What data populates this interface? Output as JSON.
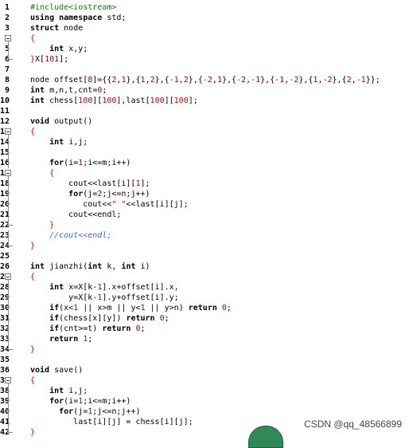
{
  "editor": {
    "lines": [
      {
        "n": "1",
        "fold": "none",
        "tokens": [
          [
            "pp",
            "#include<iostream>"
          ]
        ]
      },
      {
        "n": "2",
        "fold": "none",
        "tokens": [
          [
            "kw",
            "using namespace "
          ],
          [
            "id",
            "std;"
          ]
        ]
      },
      {
        "n": "3",
        "fold": "none",
        "tokens": [
          [
            "kw",
            "struct "
          ],
          [
            "id",
            "node"
          ]
        ]
      },
      {
        "n": "4",
        "fold": "box",
        "tokens": [
          [
            "op",
            "{"
          ]
        ]
      },
      {
        "n": "5",
        "fold": "line",
        "tokens": [
          [
            "id",
            "    "
          ],
          [
            "kw",
            "int "
          ],
          [
            "id",
            "x,y;"
          ]
        ]
      },
      {
        "n": "6",
        "fold": "end",
        "tokens": [
          [
            "op",
            "}"
          ],
          [
            "id",
            "X["
          ],
          [
            "num",
            "101"
          ],
          [
            "id",
            "];"
          ]
        ]
      },
      {
        "n": "7",
        "fold": "none",
        "tokens": []
      },
      {
        "n": "8",
        "fold": "none",
        "tokens": [
          [
            "id",
            "node offset["
          ],
          [
            "num",
            "8"
          ],
          [
            "id",
            "]={{"
          ],
          [
            "num",
            "2"
          ],
          [
            "id",
            ","
          ],
          [
            "num",
            "1"
          ],
          [
            "id",
            "},{"
          ],
          [
            "num",
            "1"
          ],
          [
            "id",
            ","
          ],
          [
            "num",
            "2"
          ],
          [
            "id",
            "},{"
          ],
          [
            "num",
            "-1"
          ],
          [
            "id",
            ","
          ],
          [
            "num",
            "2"
          ],
          [
            "id",
            "},{"
          ],
          [
            "num",
            "-2"
          ],
          [
            "id",
            ","
          ],
          [
            "num",
            "1"
          ],
          [
            "id",
            "},{"
          ],
          [
            "num",
            "-2"
          ],
          [
            "id",
            ","
          ],
          [
            "num",
            "-1"
          ],
          [
            "id",
            "},{"
          ],
          [
            "num",
            "-1"
          ],
          [
            "id",
            ","
          ],
          [
            "num",
            "-2"
          ],
          [
            "id",
            "},{"
          ],
          [
            "num",
            "1"
          ],
          [
            "id",
            ","
          ],
          [
            "num",
            "-2"
          ],
          [
            "id",
            "},{"
          ],
          [
            "num",
            "2"
          ],
          [
            "id",
            ","
          ],
          [
            "num",
            "-1"
          ],
          [
            "id",
            "}};"
          ]
        ]
      },
      {
        "n": "9",
        "fold": "none",
        "tokens": [
          [
            "kw",
            "int "
          ],
          [
            "id",
            "m,n,t,cnt="
          ],
          [
            "num",
            "0"
          ],
          [
            "id",
            ";"
          ]
        ]
      },
      {
        "n": "10",
        "fold": "none",
        "tokens": [
          [
            "kw",
            "int "
          ],
          [
            "id",
            "chess["
          ],
          [
            "num",
            "100"
          ],
          [
            "id",
            "]["
          ],
          [
            "num",
            "100"
          ],
          [
            "id",
            "],last["
          ],
          [
            "num",
            "100"
          ],
          [
            "id",
            "]["
          ],
          [
            "num",
            "100"
          ],
          [
            "id",
            "];"
          ]
        ]
      },
      {
        "n": "11",
        "fold": "none",
        "tokens": []
      },
      {
        "n": "12",
        "fold": "none",
        "tokens": [
          [
            "kw",
            "void "
          ],
          [
            "id",
            "output()"
          ]
        ]
      },
      {
        "n": "13",
        "fold": "box",
        "tokens": [
          [
            "op",
            "{"
          ]
        ]
      },
      {
        "n": "14",
        "fold": "line",
        "tokens": [
          [
            "id",
            "    "
          ],
          [
            "kw",
            "int "
          ],
          [
            "id",
            "i,j;"
          ]
        ]
      },
      {
        "n": "15",
        "fold": "line",
        "tokens": []
      },
      {
        "n": "16",
        "fold": "line",
        "tokens": [
          [
            "id",
            "    "
          ],
          [
            "kw",
            "for"
          ],
          [
            "id",
            "(i="
          ],
          [
            "num",
            "1"
          ],
          [
            "id",
            ";i<=m;i++)"
          ]
        ]
      },
      {
        "n": "17",
        "fold": "box",
        "tokens": [
          [
            "id",
            "    "
          ],
          [
            "op",
            "{"
          ]
        ]
      },
      {
        "n": "18",
        "fold": "line",
        "tokens": [
          [
            "id",
            "        cout<<last[i]["
          ],
          [
            "num",
            "1"
          ],
          [
            "id",
            "];"
          ]
        ]
      },
      {
        "n": "19",
        "fold": "line",
        "tokens": [
          [
            "id",
            "        "
          ],
          [
            "kw",
            "for"
          ],
          [
            "id",
            "(j="
          ],
          [
            "num",
            "2"
          ],
          [
            "id",
            ";j<=n;j++)"
          ]
        ]
      },
      {
        "n": "20",
        "fold": "line",
        "tokens": [
          [
            "id",
            "           cout<<"
          ],
          [
            "str",
            "\" \""
          ],
          [
            "id",
            "<<last[i][j];"
          ]
        ]
      },
      {
        "n": "21",
        "fold": "line",
        "tokens": [
          [
            "id",
            "        cout<<endl;"
          ]
        ]
      },
      {
        "n": "22",
        "fold": "end",
        "tokens": [
          [
            "id",
            "    "
          ],
          [
            "op",
            "}"
          ]
        ]
      },
      {
        "n": "23",
        "fold": "line",
        "tokens": [
          [
            "id",
            "    "
          ],
          [
            "cm",
            "//cout<<endl;"
          ]
        ]
      },
      {
        "n": "24",
        "fold": "end",
        "tokens": [
          [
            "op",
            "}"
          ]
        ]
      },
      {
        "n": "25",
        "fold": "none",
        "tokens": []
      },
      {
        "n": "26",
        "fold": "none",
        "tokens": [
          [
            "kw",
            "int "
          ],
          [
            "id",
            "jianzhi("
          ],
          [
            "kw",
            "int "
          ],
          [
            "id",
            "k, "
          ],
          [
            "kw",
            "int "
          ],
          [
            "id",
            "i)"
          ]
        ]
      },
      {
        "n": "27",
        "fold": "box",
        "tokens": [
          [
            "op",
            "{"
          ]
        ]
      },
      {
        "n": "28",
        "fold": "line",
        "tokens": [
          [
            "id",
            "    "
          ],
          [
            "kw",
            "int "
          ],
          [
            "id",
            "x=X[k-"
          ],
          [
            "num",
            "1"
          ],
          [
            "id",
            "].x+offset[i].x,"
          ]
        ]
      },
      {
        "n": "29",
        "fold": "line",
        "tokens": [
          [
            "id",
            "        y=X[k-"
          ],
          [
            "num",
            "1"
          ],
          [
            "id",
            "].y+offset[i].y;"
          ]
        ]
      },
      {
        "n": "30",
        "fold": "line",
        "tokens": [
          [
            "id",
            "    "
          ],
          [
            "kw",
            "if"
          ],
          [
            "id",
            "(x<"
          ],
          [
            "num",
            "1"
          ],
          [
            "id",
            " || x>m || y<"
          ],
          [
            "num",
            "1"
          ],
          [
            "id",
            " || y>n) "
          ],
          [
            "kw",
            "return "
          ],
          [
            "num",
            "0"
          ],
          [
            "id",
            ";"
          ]
        ]
      },
      {
        "n": "31",
        "fold": "line",
        "tokens": [
          [
            "id",
            "    "
          ],
          [
            "kw",
            "if"
          ],
          [
            "id",
            "(chess[x][y]) "
          ],
          [
            "kw",
            "return "
          ],
          [
            "num",
            "0"
          ],
          [
            "id",
            ";"
          ]
        ]
      },
      {
        "n": "32",
        "fold": "line",
        "tokens": [
          [
            "id",
            "    "
          ],
          [
            "kw",
            "if"
          ],
          [
            "id",
            "(cnt>=t) "
          ],
          [
            "kw",
            "return "
          ],
          [
            "num",
            "0"
          ],
          [
            "id",
            ";"
          ]
        ]
      },
      {
        "n": "33",
        "fold": "line",
        "tokens": [
          [
            "id",
            "    "
          ],
          [
            "kw",
            "return "
          ],
          [
            "num",
            "1"
          ],
          [
            "id",
            ";"
          ]
        ]
      },
      {
        "n": "34",
        "fold": "end",
        "tokens": [
          [
            "op",
            "}"
          ]
        ]
      },
      {
        "n": "35",
        "fold": "none",
        "tokens": []
      },
      {
        "n": "36",
        "fold": "none",
        "tokens": [
          [
            "kw",
            "void "
          ],
          [
            "id",
            "save()"
          ]
        ]
      },
      {
        "n": "37",
        "fold": "box",
        "tokens": [
          [
            "op",
            "{"
          ]
        ]
      },
      {
        "n": "38",
        "fold": "line",
        "tokens": [
          [
            "id",
            "    "
          ],
          [
            "kw",
            "int "
          ],
          [
            "id",
            "i,j;"
          ]
        ]
      },
      {
        "n": "39",
        "fold": "line",
        "tokens": [
          [
            "id",
            "    "
          ],
          [
            "kw",
            "for"
          ],
          [
            "id",
            "(i="
          ],
          [
            "num",
            "1"
          ],
          [
            "id",
            ";i<=m;i++)"
          ]
        ]
      },
      {
        "n": "40",
        "fold": "line",
        "tokens": [
          [
            "id",
            "      "
          ],
          [
            "kw",
            "for"
          ],
          [
            "id",
            "(j="
          ],
          [
            "num",
            "1"
          ],
          [
            "id",
            ";j<=n;j++)"
          ]
        ]
      },
      {
        "n": "41",
        "fold": "line",
        "tokens": [
          [
            "id",
            "         last[i][j] = chess[i][j];"
          ]
        ]
      },
      {
        "n": "42",
        "fold": "end",
        "tokens": [
          [
            "op",
            "}"
          ]
        ]
      }
    ]
  },
  "watermark": "CSDN @qq_48566899",
  "colors": {
    "keyword": "#000000",
    "preprocessor": "#008000",
    "number": "#c00000",
    "string": "#a000a0",
    "comment": "#3070d0"
  }
}
